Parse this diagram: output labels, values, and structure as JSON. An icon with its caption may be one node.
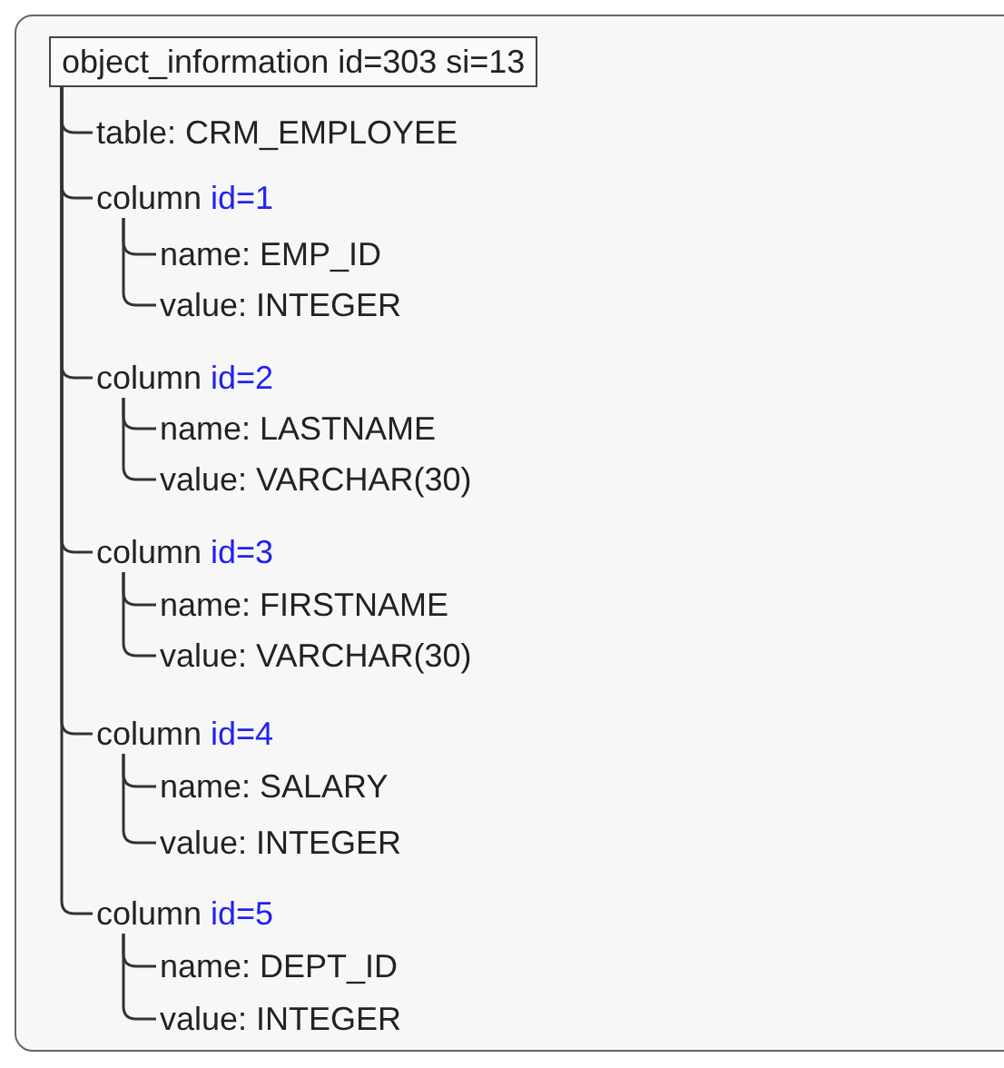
{
  "diagram": {
    "nodes": [
      {
        "text": [
          "object_information id=303 si=13"
        ]
      },
      {
        "text": [
          "table: CRM_EMPLOYEE"
        ]
      },
      {
        "text": [
          "column",
          "id=1"
        ]
      },
      {
        "text": [
          "name: EMP_ID"
        ]
      },
      {
        "text": [
          "value: INTEGER"
        ]
      },
      {
        "text": [
          "column",
          "id=2"
        ]
      },
      {
        "text": [
          "name: LASTNAME"
        ]
      },
      {
        "text": [
          "value: VARCHAR(30)"
        ]
      },
      {
        "text": [
          "column",
          "id=3"
        ]
      },
      {
        "text": [
          "name: FIRSTNAME"
        ]
      },
      {
        "text": [
          "value: VARCHAR(30)"
        ]
      },
      {
        "text": [
          "column",
          "id=4"
        ]
      },
      {
        "text": [
          "name: SALARY"
        ]
      },
      {
        "text": [
          "value: INTEGER"
        ]
      },
      {
        "text": [
          "column",
          "id=5"
        ]
      },
      {
        "text": [
          "name: DEPT_ID"
        ]
      },
      {
        "text": [
          "value: INTEGER"
        ]
      }
    ],
    "edges": [
      {
        "from": 0,
        "to": 1,
        "arrow": "none"
      },
      {
        "from": 0,
        "to": 2,
        "arrow": "none"
      },
      {
        "from": 2,
        "to": 3,
        "arrow": "none"
      },
      {
        "from": 2,
        "to": 4,
        "arrow": "none"
      },
      {
        "from": 0,
        "to": 5,
        "arrow": "none"
      },
      {
        "from": 5,
        "to": 6,
        "arrow": "none"
      },
      {
        "from": 5,
        "to": 7,
        "arrow": "none"
      },
      {
        "from": 0,
        "to": 8,
        "arrow": "none"
      },
      {
        "from": 8,
        "to": 9,
        "arrow": "none"
      },
      {
        "from": 8,
        "to": 10,
        "arrow": "none"
      },
      {
        "from": 0,
        "to": 11,
        "arrow": "none"
      },
      {
        "from": 11,
        "to": 12,
        "arrow": "none"
      },
      {
        "from": 11,
        "to": 13,
        "arrow": "none"
      },
      {
        "from": 0,
        "to": 14,
        "arrow": "none"
      },
      {
        "from": 14,
        "to": 15,
        "arrow": "none"
      },
      {
        "from": 14,
        "to": 16,
        "arrow": "none"
      }
    ]
  }
}
